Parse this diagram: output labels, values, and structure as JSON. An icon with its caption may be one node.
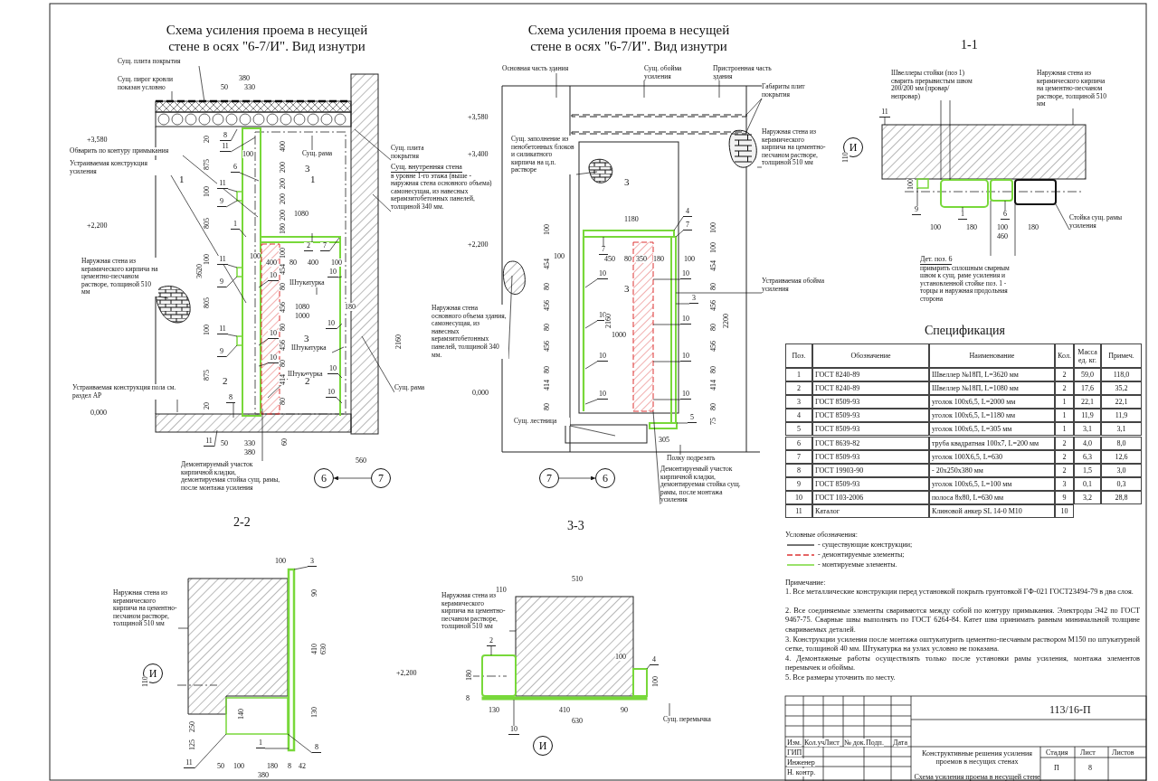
{
  "diagram": {
    "nodes": [
      {
        "text": [
          "Сущ. плита покрытия"
        ]
      },
      {
        "text": [
          "Сущ. пирог кровли показан условно"
        ]
      },
      {
        "text": [
          "8"
        ]
      },
      {
        "text": [
          "11"
        ]
      },
      {
        "text": [
          "Обварить по контуру примыкания"
        ]
      },
      {
        "text": [
          "Устраиваемая конструкция усиления"
        ]
      },
      {
        "text": [
          "Сущ. рама"
        ]
      },
      {
        "text": [
          "6"
        ]
      },
      {
        "text": [
          "11"
        ]
      },
      {
        "text": [
          "9"
        ]
      },
      {
        "text": [
          "1"
        ]
      },
      {
        "text": [
          "2"
        ]
      },
      {
        "text": [
          "7"
        ]
      },
      {
        "text": [
          "11"
        ]
      },
      {
        "text": [
          "9"
        ]
      },
      {
        "text": [
          "10"
        ]
      },
      {
        "text": [
          "Штукатурка"
        ]
      },
      {
        "text": [
          "10"
        ]
      },
      {
        "text": [
          "10"
        ]
      },
      {
        "text": [
          "10"
        ]
      },
      {
        "text": [
          "11"
        ]
      },
      {
        "text": [
          "9"
        ]
      },
      {
        "text": [
          "Штукатурка"
        ]
      },
      {
        "text": [
          "10"
        ]
      },
      {
        "text": [
          "10"
        ]
      },
      {
        "text": [
          "Штукатурка"
        ]
      },
      {
        "text": [
          "10"
        ]
      },
      {
        "text": [
          "8"
        ]
      },
      {
        "text": [
          "Наружная стена из керамического кирпича на цементно-песчаном растворе, толщиной 510 мм"
        ]
      },
      {
        "text": [
          "Сущ. плита покрытия"
        ]
      },
      {
        "text": [
          "Сущ. внутренняя стена",
          "в уровне 1-го этажа (выше - наружная стена основного объема) самонесущая, из навесных керамзитобетонных панелей, толщиной 340 мм."
        ]
      },
      {
        "text": [
          "Сущ. рама"
        ]
      },
      {
        "text": [
          "Устраиваемая конструкция пола см. раздел АР"
        ]
      },
      {
        "text": [
          "11"
        ]
      },
      {
        "text": [
          "Демонтируемый участок кирпичной кладки, демонтируемая стойка сущ. рамы, после монтажа усиления"
        ]
      },
      {
        "text": [
          "6"
        ]
      },
      {
        "text": [
          "7"
        ]
      },
      {
        "text": [
          "Основная часть здания"
        ]
      },
      {
        "text": [
          "Сущ. обойма усиления"
        ]
      },
      {
        "text": [
          "Пристроенная часть здания"
        ]
      },
      {
        "text": [
          "Габариты плит покрытия"
        ]
      },
      {
        "text": [
          "Сущ. заполнение из пенобетонных блоков и силикатного кирпича на ц.п. растворе"
        ]
      },
      {
        "text": [
          "Наружная стена из керамического кирпича на цементно-песчаном растворе, толщиной 510 мм"
        ]
      },
      {
        "text": [
          "4"
        ]
      },
      {
        "text": [
          "7"
        ]
      },
      {
        "text": [
          "7"
        ]
      },
      {
        "text": [
          "10"
        ]
      },
      {
        "text": [
          "10"
        ]
      },
      {
        "text": [
          "Наружная стена основного объема здания, самонесущая, из навесных керамзитобетонных панелей, толщиной 340 мм."
        ]
      },
      {
        "text": [
          "Устраиваемая обойма усиления"
        ]
      },
      {
        "text": [
          "3"
        ]
      },
      {
        "text": [
          "10"
        ]
      },
      {
        "text": [
          "10"
        ]
      },
      {
        "text": [
          "10"
        ]
      },
      {
        "text": [
          "10"
        ]
      },
      {
        "text": [
          "10"
        ]
      },
      {
        "text": [
          "10"
        ]
      },
      {
        "text": [
          "Сущ. лестница"
        ]
      },
      {
        "text": [
          "5"
        ]
      },
      {
        "text": [
          "Полку подрезать"
        ]
      },
      {
        "text": [
          "Демонтируемый участок кирпичной кладки, демонтируемая стойка сущ. рамы, после монтажа усиления"
        ]
      },
      {
        "text": [
          "7"
        ]
      },
      {
        "text": [
          "6"
        ]
      },
      {
        "text": [
          "Швеллеры стойки (поз 1) сварить прерывистым швом 200/200 мм (провар/непровар)"
        ]
      },
      {
        "text": [
          "Наружная стена из керамического кирпича на цементно-песчаном растворе, толщиной 510 мм"
        ]
      },
      {
        "text": [
          "И"
        ]
      },
      {
        "text": [
          "11"
        ]
      },
      {
        "text": [
          "9"
        ]
      },
      {
        "text": [
          "1"
        ]
      },
      {
        "text": [
          "6"
        ]
      },
      {
        "text": [
          "Стойка сущ. рамы усиления"
        ]
      },
      {
        "text": [
          "Дет. поз. 6",
          "приварить сплошным сварным швом к сущ. раме усиления и установленной стойке поз. 1 - торцы и наружная продольная сторона"
        ]
      },
      {
        "text": [
          "Наружная стена из керамического кирпича на цементно-песчаном растворе, толщиной 510 мм"
        ]
      },
      {
        "text": [
          "3"
        ]
      },
      {
        "text": [
          "И"
        ]
      },
      {
        "text": [
          "1"
        ]
      },
      {
        "text": [
          "11"
        ]
      },
      {
        "text": [
          "8"
        ]
      },
      {
        "text": [
          "Наружная стена из керамического кирпича на цементно-песчаном растворе, толщиной 510 мм"
        ]
      },
      {
        "text": [
          "2"
        ]
      },
      {
        "text": [
          "4"
        ]
      },
      {
        "text": [
          "10"
        ]
      },
      {
        "text": [
          "Сущ. перемычка"
        ]
      },
      {
        "text": [
          "И"
        ]
      },
      {
        "text": [],
        "shape": "box"
      },
      {
        "text": [],
        "shape": "box"
      },
      {
        "text": [],
        "shape": "box"
      },
      {
        "text": [],
        "shape": "box"
      },
      {
        "text": [],
        "shape": "picture"
      },
      {
        "text": [],
        "shape": "box"
      },
      {
        "text": [],
        "shape": "box"
      },
      {
        "text": [],
        "shape": "box"
      },
      {
        "text": [],
        "shape": "box"
      },
      {
        "text": [],
        "shape": "box"
      },
      {
        "text": [],
        "shape": "box"
      },
      {
        "text": [],
        "shape": "box"
      },
      {
        "text": [],
        "shape": "box"
      },
      {
        "text": [],
        "shape": "box"
      },
      {
        "text": [],
        "shape": "bar"
      },
      {
        "text": [],
        "shape": "box"
      },
      {
        "text": [],
        "shape": "box"
      },
      {
        "text": [],
        "shape": "bar"
      },
      {
        "text": [],
        "shape": "bar"
      },
      {
        "text": [],
        "shape": "box"
      },
      {
        "text": [],
        "shape": "box"
      },
      {
        "text": [],
        "shape": "box"
      }
    ],
    "edges": [
      {
        "from": 0,
        "to": null,
        "arrow": "none"
      },
      {
        "from": 1,
        "to": null,
        "arrow": "none"
      },
      {
        "from": 2,
        "to": null,
        "arrow": "none"
      },
      {
        "from": 3,
        "to": null,
        "arrow": "none"
      },
      {
        "from": 4,
        "to": null,
        "arrow": "none"
      },
      {
        "from": 5,
        "to": null,
        "arrow": "none"
      },
      {
        "from": 6,
        "to": null,
        "arrow": "none"
      },
      {
        "from": 7,
        "to": null,
        "arrow": "none"
      },
      {
        "from": 8,
        "to": 84,
        "arrow": "none"
      },
      {
        "from": 9,
        "to": 84,
        "arrow": "none"
      },
      {
        "from": 10,
        "to": null,
        "arrow": "none"
      },
      {
        "from": 11,
        "to": null,
        "arrow": "none"
      },
      {
        "from": 12,
        "to": null,
        "arrow": "none"
      },
      {
        "from": 13,
        "to": 85,
        "arrow": "none"
      },
      {
        "from": 14,
        "to": 85,
        "arrow": "none"
      },
      {
        "from": 15,
        "to": null,
        "arrow": "none"
      },
      {
        "from": 16,
        "to": null,
        "arrow": "none"
      },
      {
        "from": 17,
        "to": null,
        "arrow": "none"
      },
      {
        "from": 18,
        "to": null,
        "arrow": "none"
      },
      {
        "from": 19,
        "to": null,
        "arrow": "none"
      },
      {
        "from": 20,
        "to": 86,
        "arrow": "none"
      },
      {
        "from": 21,
        "to": 86,
        "arrow": "none"
      },
      {
        "from": 22,
        "to": null,
        "arrow": "none"
      },
      {
        "from": 23,
        "to": null,
        "arrow": "none"
      },
      {
        "from": 24,
        "to": null,
        "arrow": "none"
      },
      {
        "from": 25,
        "to": null,
        "arrow": "none"
      },
      {
        "from": 26,
        "to": null,
        "arrow": "none"
      },
      {
        "from": 27,
        "to": null,
        "arrow": "none"
      },
      {
        "from": 28,
        "to": null,
        "arrow": "none"
      },
      {
        "from": 29,
        "to": null,
        "arrow": "none"
      },
      {
        "from": 30,
        "to": null,
        "arrow": "none"
      },
      {
        "from": 31,
        "to": null,
        "arrow": "none"
      },
      {
        "from": 32,
        "to": null,
        "arrow": "none"
      },
      {
        "from": 33,
        "to": null,
        "arrow": "none"
      },
      {
        "from": 34,
        "to": null,
        "arrow": "none"
      },
      {
        "from": 36,
        "to": 35,
        "arrow": "to"
      },
      {
        "from": 37,
        "to": null,
        "arrow": "none"
      },
      {
        "from": 38,
        "to": null,
        "arrow": "none"
      },
      {
        "from": 39,
        "to": null,
        "arrow": "none"
      },
      {
        "from": 40,
        "to": 101,
        "arrow": "none"
      },
      {
        "from": 40,
        "to": 102,
        "arrow": "none"
      },
      {
        "from": 41,
        "to": null,
        "arrow": "none"
      },
      {
        "from": 42,
        "to": 88,
        "arrow": "none"
      },
      {
        "from": 43,
        "to": 103,
        "arrow": "none"
      },
      {
        "from": 44,
        "to": 87,
        "arrow": "none"
      },
      {
        "from": 45,
        "to": 103,
        "arrow": "none"
      },
      {
        "from": 46,
        "to": null,
        "arrow": "none"
      },
      {
        "from": 47,
        "to": 105,
        "arrow": "none"
      },
      {
        "from": 48,
        "to": null,
        "arrow": "none"
      },
      {
        "from": 49,
        "to": 87,
        "arrow": "none"
      },
      {
        "from": 50,
        "to": 87,
        "arrow": "none"
      },
      {
        "from": 51,
        "to": null,
        "arrow": "none"
      },
      {
        "from": 52,
        "to": 105,
        "arrow": "none"
      },
      {
        "from": 53,
        "to": null,
        "arrow": "none"
      },
      {
        "from": 54,
        "to": 105,
        "arrow": "none"
      },
      {
        "from": 55,
        "to": null,
        "arrow": "none"
      },
      {
        "from": 56,
        "to": 105,
        "arrow": "none"
      },
      {
        "from": 57,
        "to": null,
        "arrow": "none"
      },
      {
        "from": 58,
        "to": 104,
        "arrow": "none"
      },
      {
        "from": 59,
        "to": null,
        "arrow": "none"
      },
      {
        "from": 60,
        "to": 105,
        "arrow": "none"
      },
      {
        "from": 61,
        "to": 62,
        "arrow": "to"
      },
      {
        "from": 63,
        "to": 90,
        "arrow": "none"
      },
      {
        "from": 63,
        "to": 90,
        "arrow": "none"
      },
      {
        "from": 64,
        "to": 89,
        "arrow": "none"
      },
      {
        "from": 66,
        "to": 89,
        "arrow": "none"
      },
      {
        "from": 67,
        "to": 99,
        "arrow": "none"
      },
      {
        "from": 68,
        "to": 90,
        "arrow": "none"
      },
      {
        "from": 69,
        "to": 91,
        "arrow": "none"
      },
      {
        "from": 70,
        "to": 92,
        "arrow": "none"
      },
      {
        "from": 71,
        "to": 91,
        "arrow": "none"
      },
      {
        "from": 71,
        "to": 92,
        "arrow": "none"
      },
      {
        "from": 72,
        "to": 93,
        "arrow": "none"
      },
      {
        "from": 73,
        "to": 100,
        "arrow": "none"
      },
      {
        "from": 75,
        "to": 100,
        "arrow": "none"
      },
      {
        "from": 76,
        "to": 94,
        "arrow": "none"
      },
      {
        "from": 77,
        "to": 94,
        "arrow": "none"
      },
      {
        "from": 78,
        "to": 95,
        "arrow": "none"
      },
      {
        "from": 79,
        "to": 96,
        "arrow": "none"
      },
      {
        "from": 80,
        "to": 97,
        "arrow": "none"
      },
      {
        "from": 81,
        "to": 98,
        "arrow": "none"
      },
      {
        "from": 82,
        "to": null,
        "arrow": "none"
      }
    ],
    "labels": [
      "Схема усиления проема в несущей стене в осях \"6-7/И\". Вид изнутри",
      "Схема усиления проема в несущей стене в осях \"6-7/И\". Вид изнутри",
      "1-1",
      "380",
      "50",
      "330",
      "+3,580",
      "20",
      "875",
      "400",
      "100",
      "1",
      "3",
      "1",
      "200",
      "200",
      "100",
      "200",
      "1080",
      "200",
      "805",
      "180",
      "+2,200",
      "100",
      "100",
      "400",
      "80",
      "400",
      "100",
      "3620",
      "100",
      "454",
      "80",
      "805",
      "1080",
      "180",
      "456",
      "1000",
      "80",
      "3",
      "100",
      "456",
      "2160",
      "80",
      "875",
      "2",
      "414",
      "2",
      "20",
      "80",
      "0,000",
      "50",
      "330",
      "380",
      "60",
      "560",
      "2-2",
      "+3,580",
      "+3,400",
      "3",
      "1180",
      "100",
      "100",
      "+2,200",
      "100",
      "450",
      "80",
      "350",
      "180",
      "100",
      "100",
      "454",
      "454",
      "80",
      "3",
      "80",
      "456",
      "456",
      "80",
      "2160",
      "80",
      "2200",
      "1000",
      "456",
      "456",
      "80",
      "80",
      "414",
      "414",
      "0,000",
      "80",
      "80",
      "75",
      "305",
      "3-3",
      "Спецификация",
      "110",
      "100",
      "100",
      "180",
      "100",
      "180",
      "460",
      "100",
      "90",
      "410",
      "630",
      "110",
      "140",
      "130",
      "250",
      "125",
      "50",
      "100",
      "180",
      "8",
      "42",
      "380",
      "510",
      "110",
      "+2,200",
      "100",
      "180",
      "100",
      "8",
      "130",
      "410",
      "90",
      "630",
      "Условные обозначения:",
      "Примечание:",
      "1. Все металлические конструкции перед установкой покрыть грунтовкой ГФ-021 ГОСТ23494-79 в два слоя.",
      "2. Все соединяемые элементы свариваются между собой по контуру примыкания. Электроды Э42 по ГОСТ 9467-75. Сварные швы выполнять по ГОСТ 6264-84. Катет шва принимать равным минимальной толщине свариваемых деталей.",
      "3. Конструкции усиления после монтажа оштукатурить цементно-песчаным раствором М150 по штукатурной сетке, толщиной 40 мм. Штукатурка на узлах условно не показана.",
      "4. Демонтажные работы осуществлять только после установки рамы усиления, монтажа элементов перемычек и обоймы.",
      "5. Все размеры уточнить по месту.",
      "Поз.",
      "Обозначение",
      "Наименование",
      "Кол.",
      "Масса ед. кг.",
      "Примеч.",
      "1",
      "ГОСТ 8240-89",
      "Швеллер №18П, L=3620 мм",
      "2",
      "59,0",
      "118,0",
      "2",
      "ГОСТ 8240-89",
      "Швеллер №18П, L=1080 мм",
      "2",
      "17,6",
      "35,2",
      "3",
      "ГОСТ 8509-93",
      "уголок 100x6,5, L=2000 мм",
      "1",
      "22,1",
      "22,1",
      "4",
      "ГОСТ 8509-93",
      "уголок 100x6,5, L=1180 мм",
      "1",
      "11,9",
      "11,9",
      "5",
      "ГОСТ 8509-93",
      "уголок 100x6,5, L=305 мм",
      "1",
      "3,1",
      "3,1",
      "6",
      "ГОСТ 8639-82",
      "труба квадратная 100x7, L=200 мм",
      "2",
      "4,0",
      "8,0",
      "7",
      "ГОСТ 8509-93",
      "уголок 100X6,5, L=630",
      "2",
      "6,3",
      "12,6",
      "8",
      "ГОСТ 19903-90",
      "- 20x250x380 мм",
      "2",
      "1,5",
      "3,0",
      "9",
      "ГОСТ 8509-93",
      "уголок 100x6,5, L=100 мм",
      "3",
      "0,1",
      "0,3",
      "10",
      "ГОСТ 103-2006",
      "полоса 8x80, L=630 мм",
      "9",
      "3,2",
      "28,8",
      "11",
      "Каталог",
      "Клиновой анкер SL 14-0 M10",
      "10",
      "113/16-П",
      "Изм.",
      "Кол.уч.",
      "Лист",
      "№ док.",
      "Подп.",
      "Дата",
      "ГИП",
      "Инженер",
      "Н. контр.",
      "Конструктивные решения усиления проемов в несущих стенах",
      "Стадия",
      "Лист",
      "Листов",
      "П",
      "8",
      "Схема усиления проема в несущей стене"
    ],
    "legend": [
      {
        "text": "- существующие конструкции;"
      },
      {
        "text": "- демонтируемые элементы;"
      },
      {
        "text": "- монтируемые элементы."
      }
    ]
  }
}
